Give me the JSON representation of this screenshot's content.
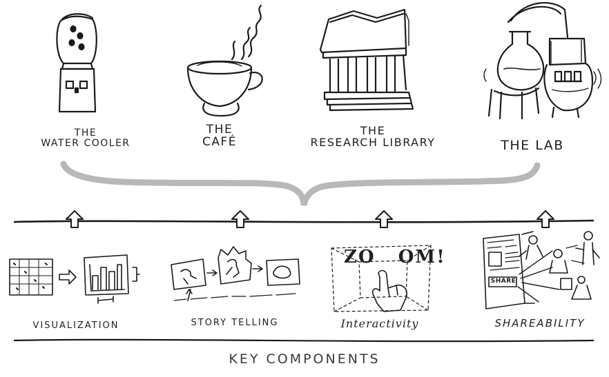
{
  "places": [
    {
      "id": "water-cooler",
      "label": "THE\nWATER COOLER",
      "icon": "water-cooler-icon"
    },
    {
      "id": "cafe",
      "label": "THE\nCAFÉ",
      "icon": "coffee-cup-icon"
    },
    {
      "id": "research-library",
      "label": "THE\nRESEARCH LIBRARY",
      "icon": "library-building-icon"
    },
    {
      "id": "lab",
      "label": "THE LAB",
      "icon": "lab-apparatus-icon"
    }
  ],
  "components": [
    {
      "id": "visualization",
      "label": "VISUALIZATION",
      "icon": "chart-transform-icon"
    },
    {
      "id": "storytelling",
      "label": "STORY TELLING",
      "icon": "storyboard-icon"
    },
    {
      "id": "interactivity",
      "label": "Interactivity",
      "icon": "zoom-gesture-icon",
      "zoom_text": "ZO   OM!"
    },
    {
      "id": "shareability",
      "label": "SHAREABILITY",
      "icon": "share-network-icon",
      "share_text": "SHARE"
    }
  ],
  "footer": {
    "title": "KEY COMPONENTS"
  },
  "colors": {
    "ink": "#1a1a1a",
    "bracket": "#b8b8b8",
    "footer": "#3a3a3a"
  }
}
